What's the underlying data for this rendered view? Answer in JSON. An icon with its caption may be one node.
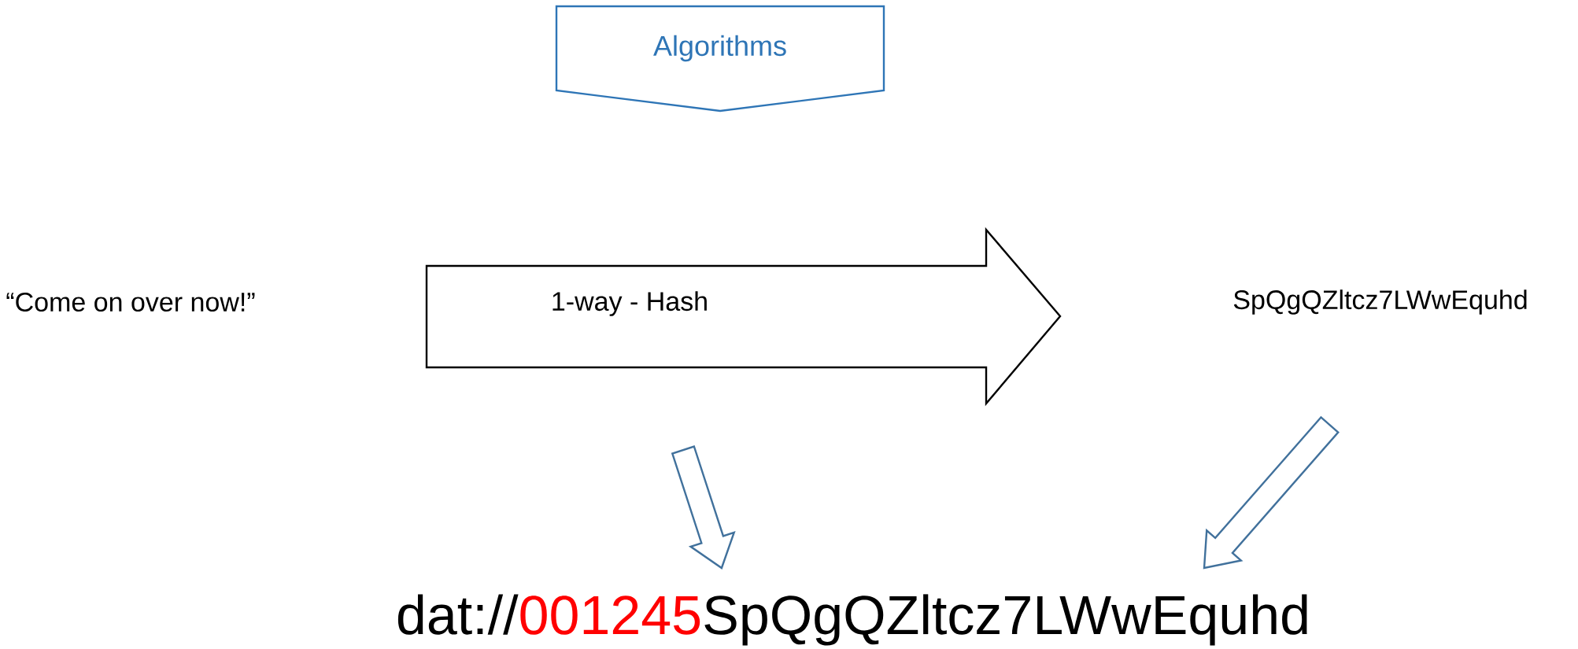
{
  "diagram": {
    "nodes": [
      {
        "text": [
          "Algorithms"
        ]
      },
      {
        "text": [
          "“Come on over now!”"
        ]
      },
      {
        "text": [
          "1-way - Hash"
        ]
      },
      {
        "text": [
          "SpQgQZltcz7LWwEquhd"
        ]
      },
      {
        "text": [
          "dat://",
          "001245",
          "SpQgQZltcz7LWwEquhd"
        ]
      }
    ],
    "edges": [
      {
        "from": 2,
        "to": 4,
        "arrow": "to"
      },
      {
        "from": 3,
        "to": 4,
        "arrow": "to"
      }
    ]
  }
}
